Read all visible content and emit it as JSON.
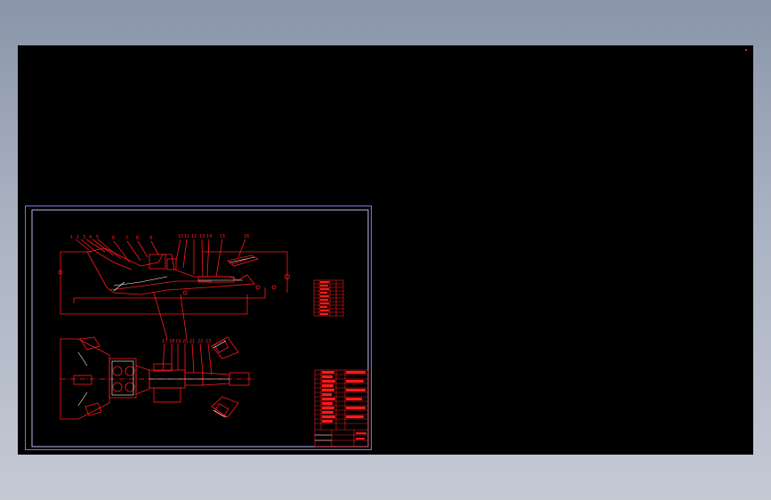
{
  "viewport": {
    "background_gradient": [
      "#8a95a9",
      "#c4c9d4"
    ],
    "canvas_color": "#000000"
  },
  "drawing": {
    "frame_color": "#7a7ad8",
    "line_color": "#ff1a1a",
    "accent_color": "#ffffff",
    "balloons_top": [
      "1",
      "2",
      "3",
      "4",
      "5",
      "6",
      "7",
      "8",
      "9",
      "10",
      "11",
      "12",
      "13",
      "14",
      "15",
      "16"
    ],
    "balloons_bottom": [
      "17",
      "18",
      "19",
      "20",
      "21",
      "22",
      "23"
    ],
    "parts_list_rows": 10,
    "title_block_rows": 18,
    "title_block_text": "",
    "icons": {
      "ucs_marker": "ucs-origin-icon"
    }
  }
}
